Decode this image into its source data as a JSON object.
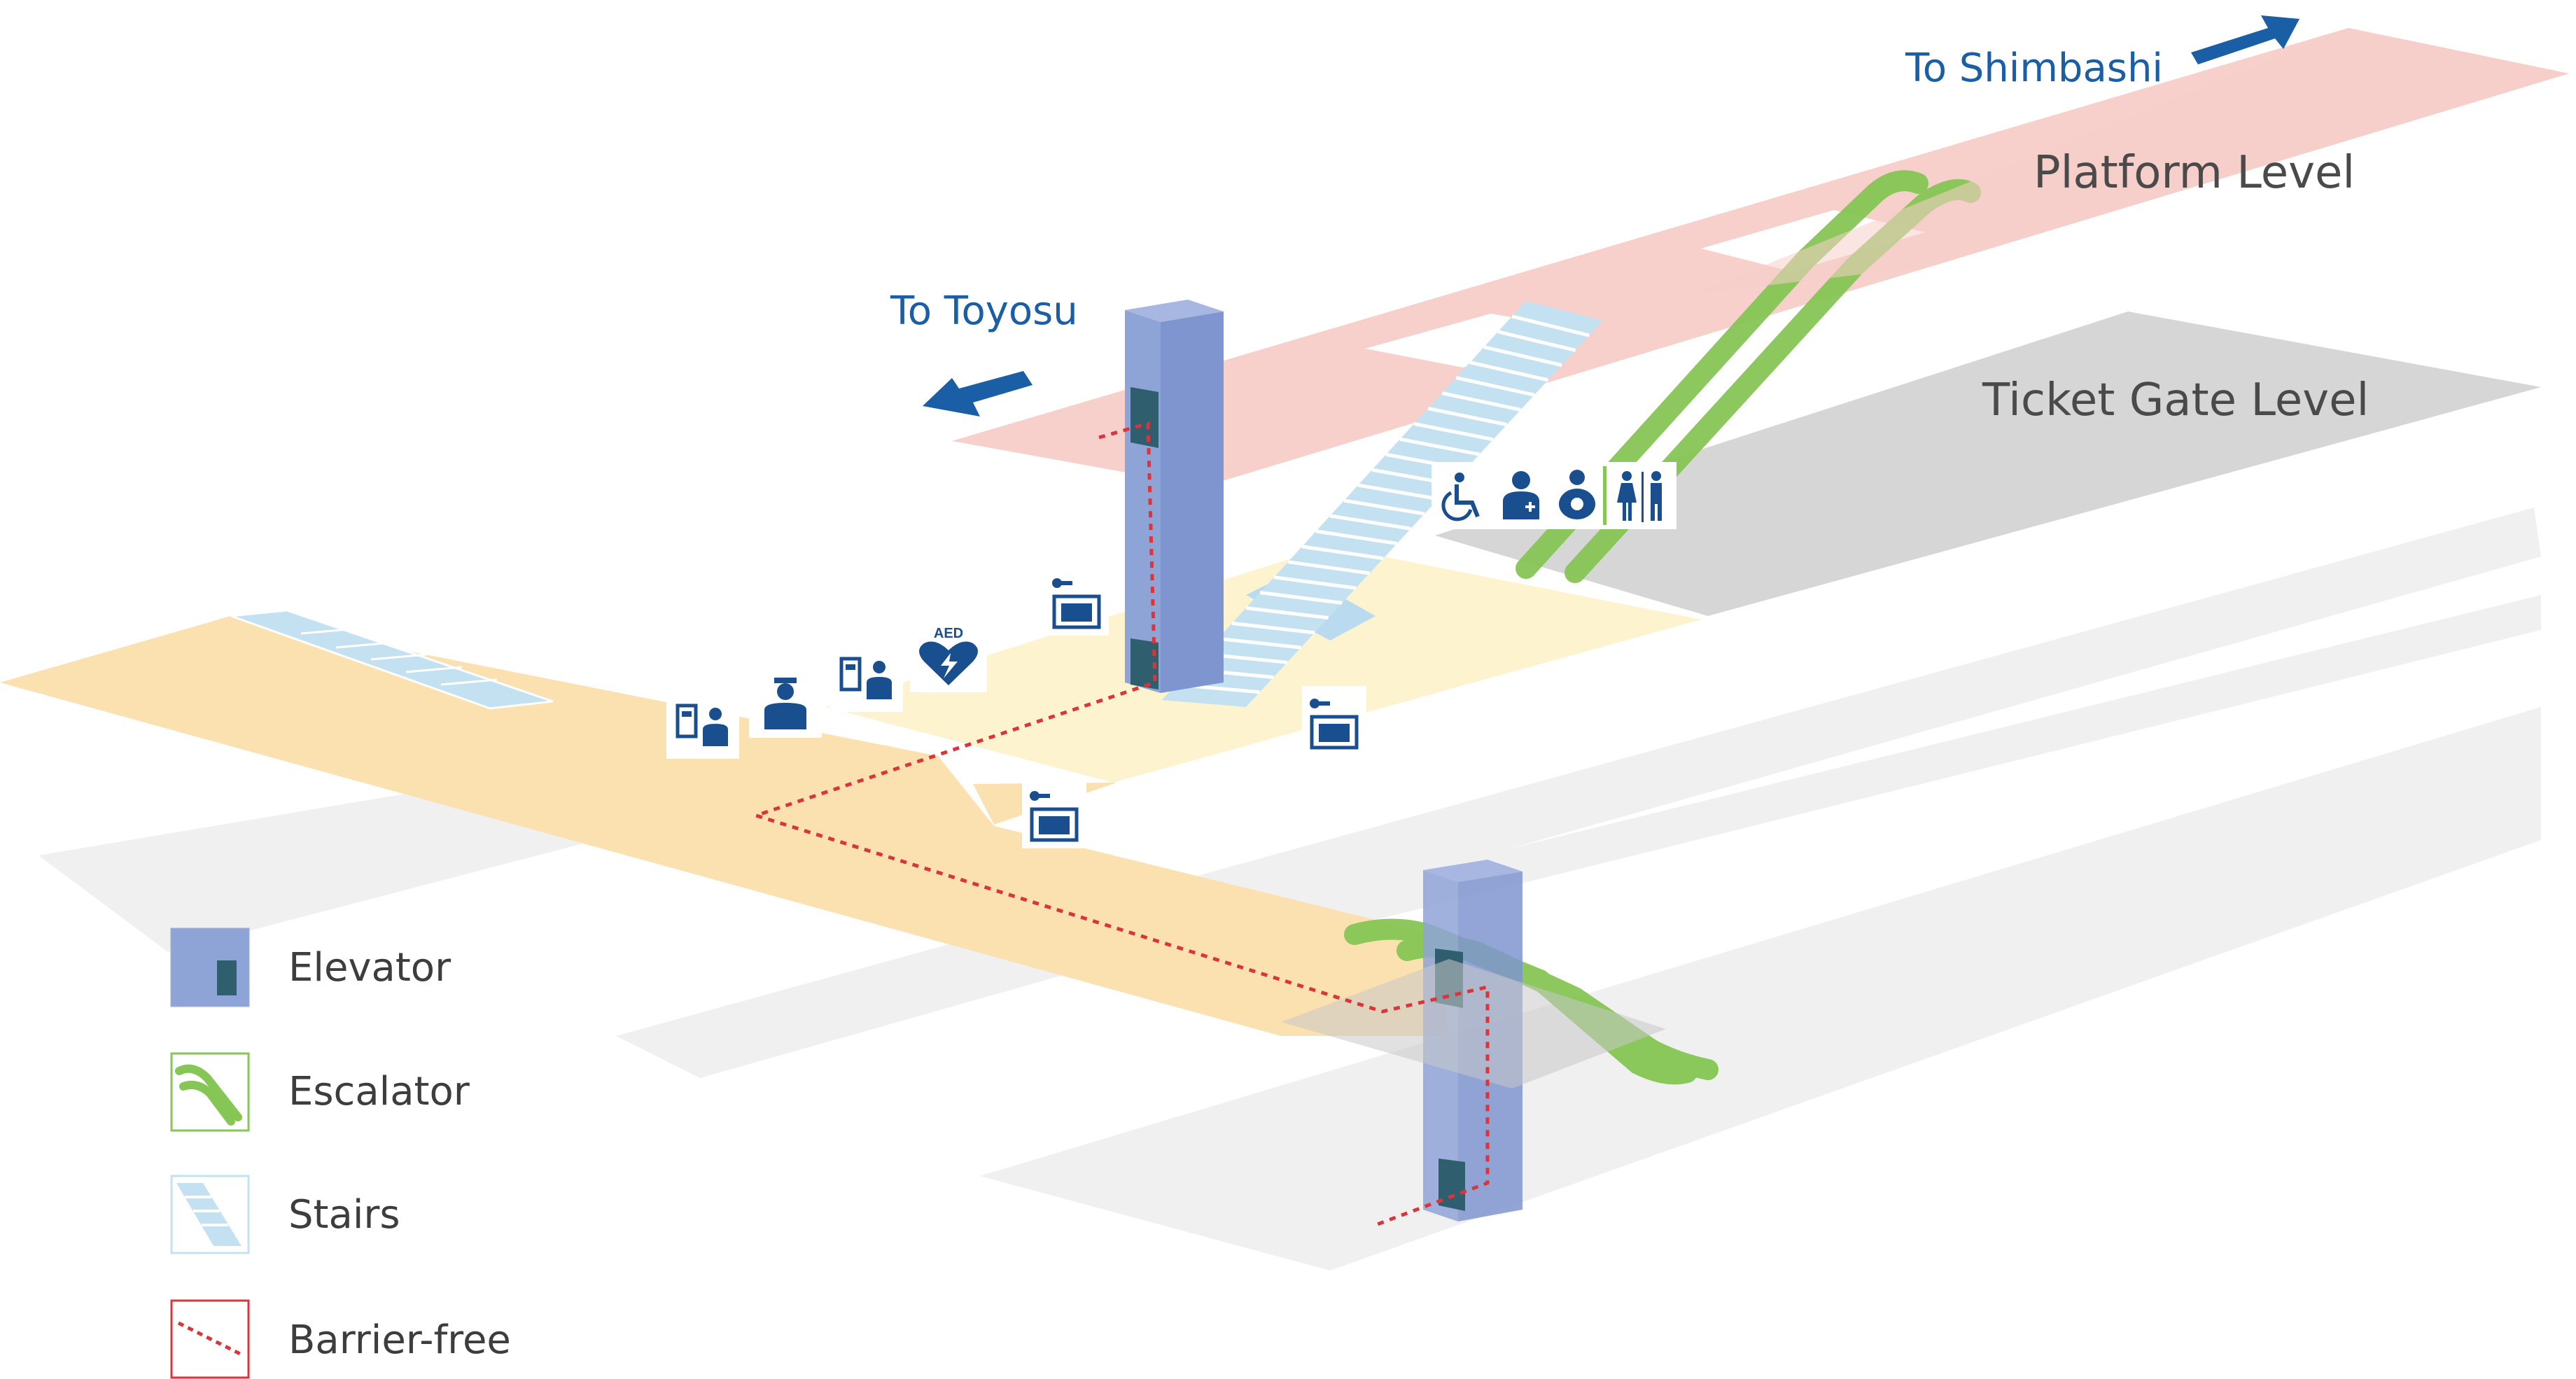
{
  "directions": {
    "to_shimbashi": "To Shimbashi",
    "to_toyosu": "To Toyosu"
  },
  "levels": {
    "platform": "Platform Level",
    "ticket_gate": "Ticket Gate Level"
  },
  "legend": {
    "elevator": "Elevator",
    "escalator": "Escalator",
    "stairs": "Stairs",
    "barrier_free": "Barrier-free"
  },
  "aed_text": "AED",
  "icons": [
    "wheelchair-icon",
    "first-aid-icon",
    "baby-changing-icon",
    "restroom-icon",
    "locker-icon",
    "ticket-machine-icon",
    "station-staff-icon",
    "fare-adjustment-icon",
    "aed-icon"
  ],
  "colors": {
    "platform_floor": "#f7cfcb",
    "ticket_gate_floor": "#d6d6d6",
    "concourse_floor": "#fbe0b0",
    "concourse_light": "#fdf3cf",
    "elevator": "#8ea3d6",
    "escalator": "#86c655",
    "stairs": "#c4e1f2",
    "barrier_free": "#d9353b",
    "icon_blue": "#1a4f8f",
    "label_blue": "#1a5ea6"
  }
}
